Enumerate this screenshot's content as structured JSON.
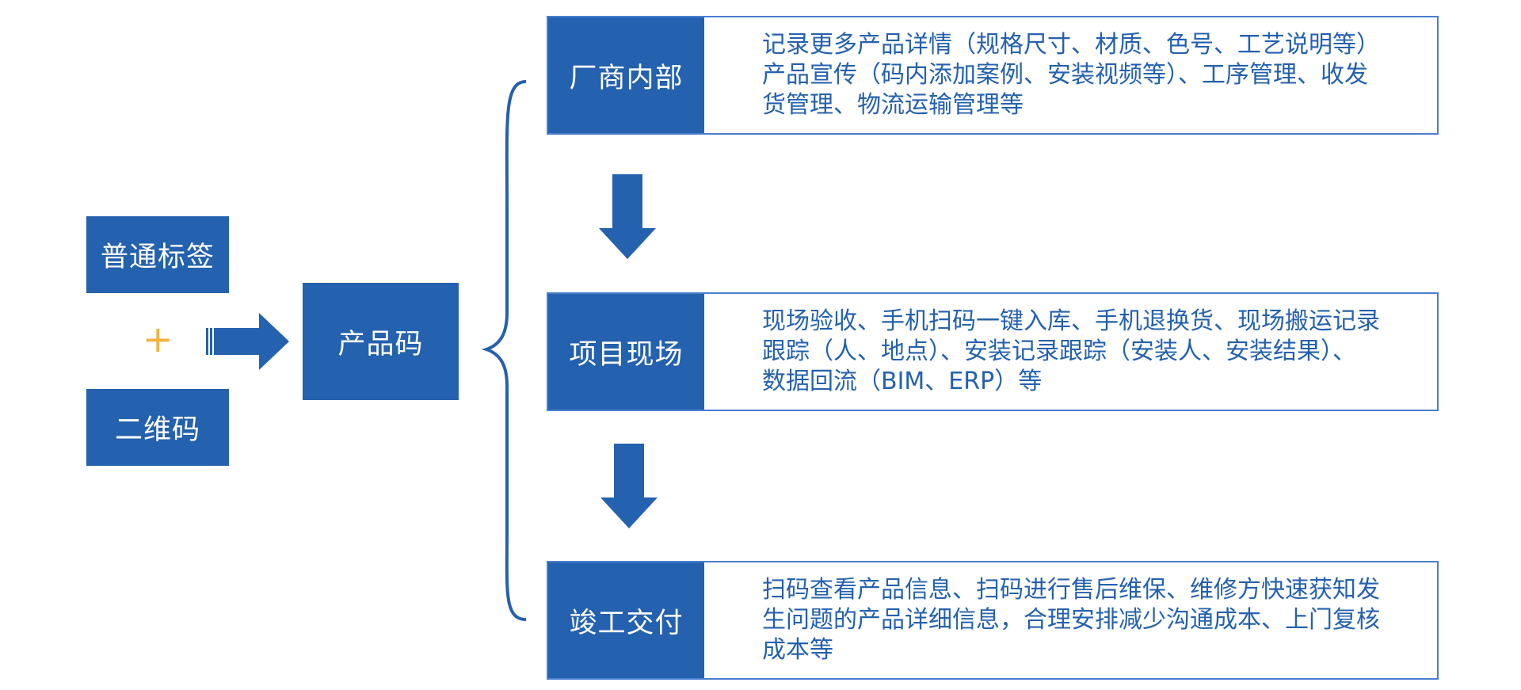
{
  "colors": {
    "primary_blue": "#2461ae",
    "border_blue": "#4a7fd0",
    "text_blue": "#2461ae",
    "plus_orange": "#f2b33d",
    "box_text": "#ffffff"
  },
  "inputs": {
    "label_box": "普通标签",
    "operator": "+",
    "qr_box": "二维码"
  },
  "product_code": "产品码",
  "stages": [
    {
      "label": "厂商内部",
      "description": "记录更多产品详情（规格尺寸、材质、色号、工艺说明等）\n产品宣传（码内添加案例、安装视频等）、工序管理、收发\n货管理、物流运输管理等"
    },
    {
      "label": "项目现场",
      "description": "现场验收、手机扫码一键入库、手机退换货、现场搬运记录\n跟踪（人、地点）、安装记录跟踪（安装人、安装结果）、\n数据回流（BIM、ERP）等"
    },
    {
      "label": "竣工交付",
      "description": "扫码查看产品信息、扫码进行售后维保、维修方快速获知发\n生问题的产品详细信息，合理安排减少沟通成本、上门复核\n成本等"
    }
  ],
  "icons": {
    "right_arrow": "right-arrow-icon",
    "down_arrow": "down-arrow-icon",
    "brace": "curly-brace-icon"
  }
}
